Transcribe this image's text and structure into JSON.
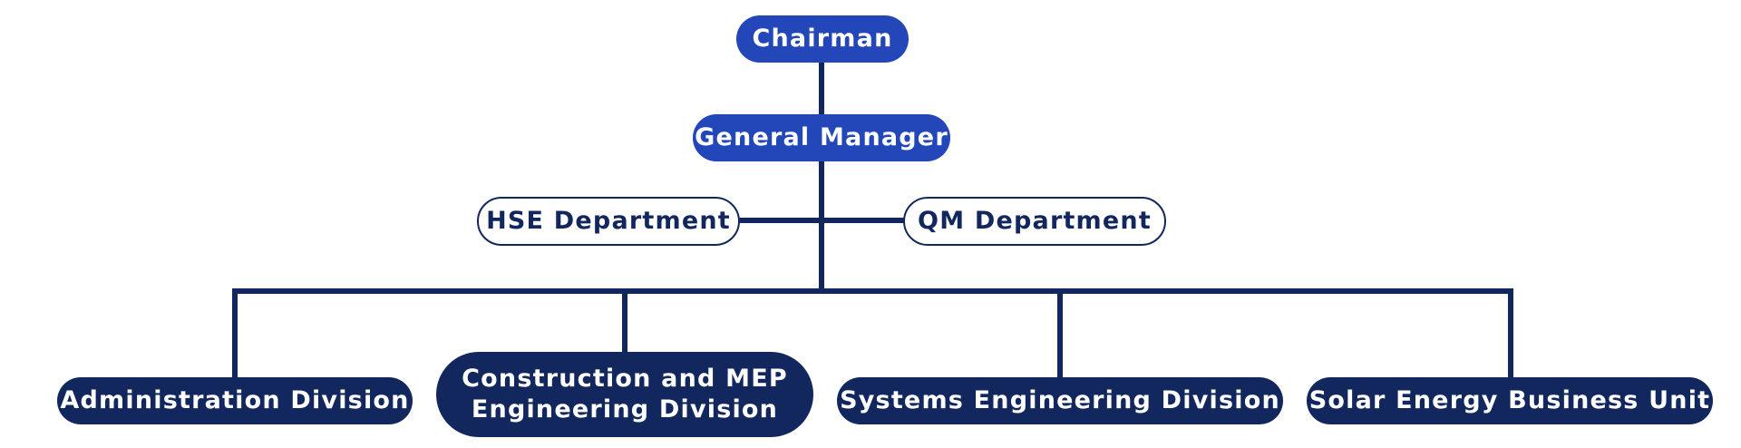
{
  "org_chart": {
    "chairman": "Chairman",
    "general_manager": "General Manager",
    "staff": {
      "hse": "HSE Department",
      "qm": "QM Department"
    },
    "divisions": {
      "administration": "Administration Division",
      "construction_line1": "Construction and MEP",
      "construction_line2": "Engineering Division",
      "systems": "Systems Engineering Division",
      "solar": "Solar Energy Business Unit"
    }
  },
  "colors": {
    "top_node": "#2346b8",
    "division_node": "#12275e",
    "connector": "#12275e",
    "background": "#ffffff"
  }
}
